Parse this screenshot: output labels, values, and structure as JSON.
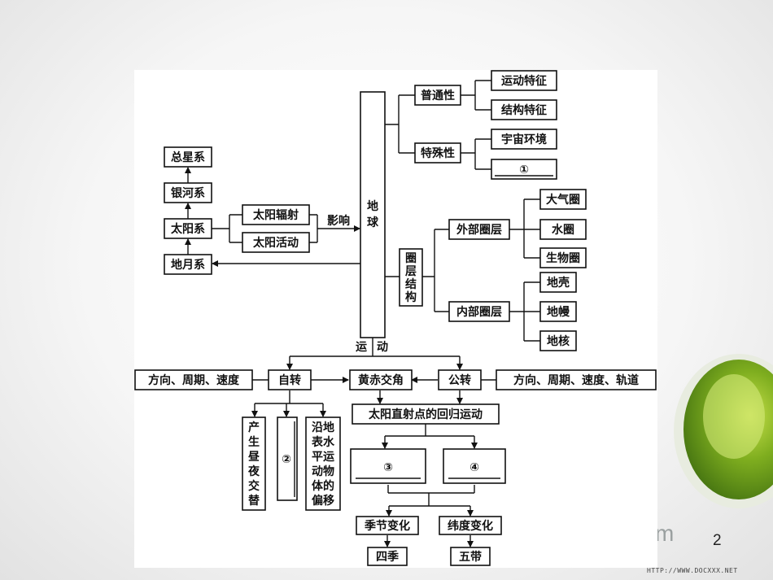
{
  "page_number": "2",
  "watermark": "HTTP://WWW.DOCXXX.NET",
  "diagram": {
    "earth": [
      "地",
      "球"
    ],
    "motion": [
      "运",
      "动"
    ],
    "generality": "普通性",
    "motion_features": "运动特征",
    "structure_features": "结构特征",
    "speciality": "特殊性",
    "cosmic_env": "宇宙环境",
    "blank1": "①",
    "total_galaxy": "总星系",
    "milky_way": "银河系",
    "solar_system": "太阳系",
    "earth_moon": "地月系",
    "solar_radiation": "太阳辐射",
    "solar_activity": "太阳活动",
    "influence": "影响",
    "sphere_structure": [
      "圈",
      "层",
      "结",
      "构"
    ],
    "outer_spheres": "外部圈层",
    "atmosphere": "大气圈",
    "hydrosphere": "水圈",
    "biosphere": "生物圈",
    "inner_spheres": "内部圈层",
    "crust": "地壳",
    "mantle": "地幔",
    "core": "地核",
    "rotation_attrs": "方向、周期、速度",
    "rotation": "自转",
    "obliquity": "黄赤交角",
    "revolution": "公转",
    "revolution_attrs": "方向、周期、速度、轨道",
    "day_night": [
      "产",
      "生",
      "昼",
      "夜",
      "交",
      "替"
    ],
    "blank2": "②",
    "deflection": [
      "沿地",
      "表水",
      "平运",
      "动物",
      "体的",
      "偏移"
    ],
    "direct_point": "太阳直射点的回归运动",
    "blank3": "③",
    "blank4": "④",
    "season_change": "季节变化",
    "latitude_change": "纬度变化",
    "four_seasons": "四季",
    "five_zones": "五带"
  }
}
